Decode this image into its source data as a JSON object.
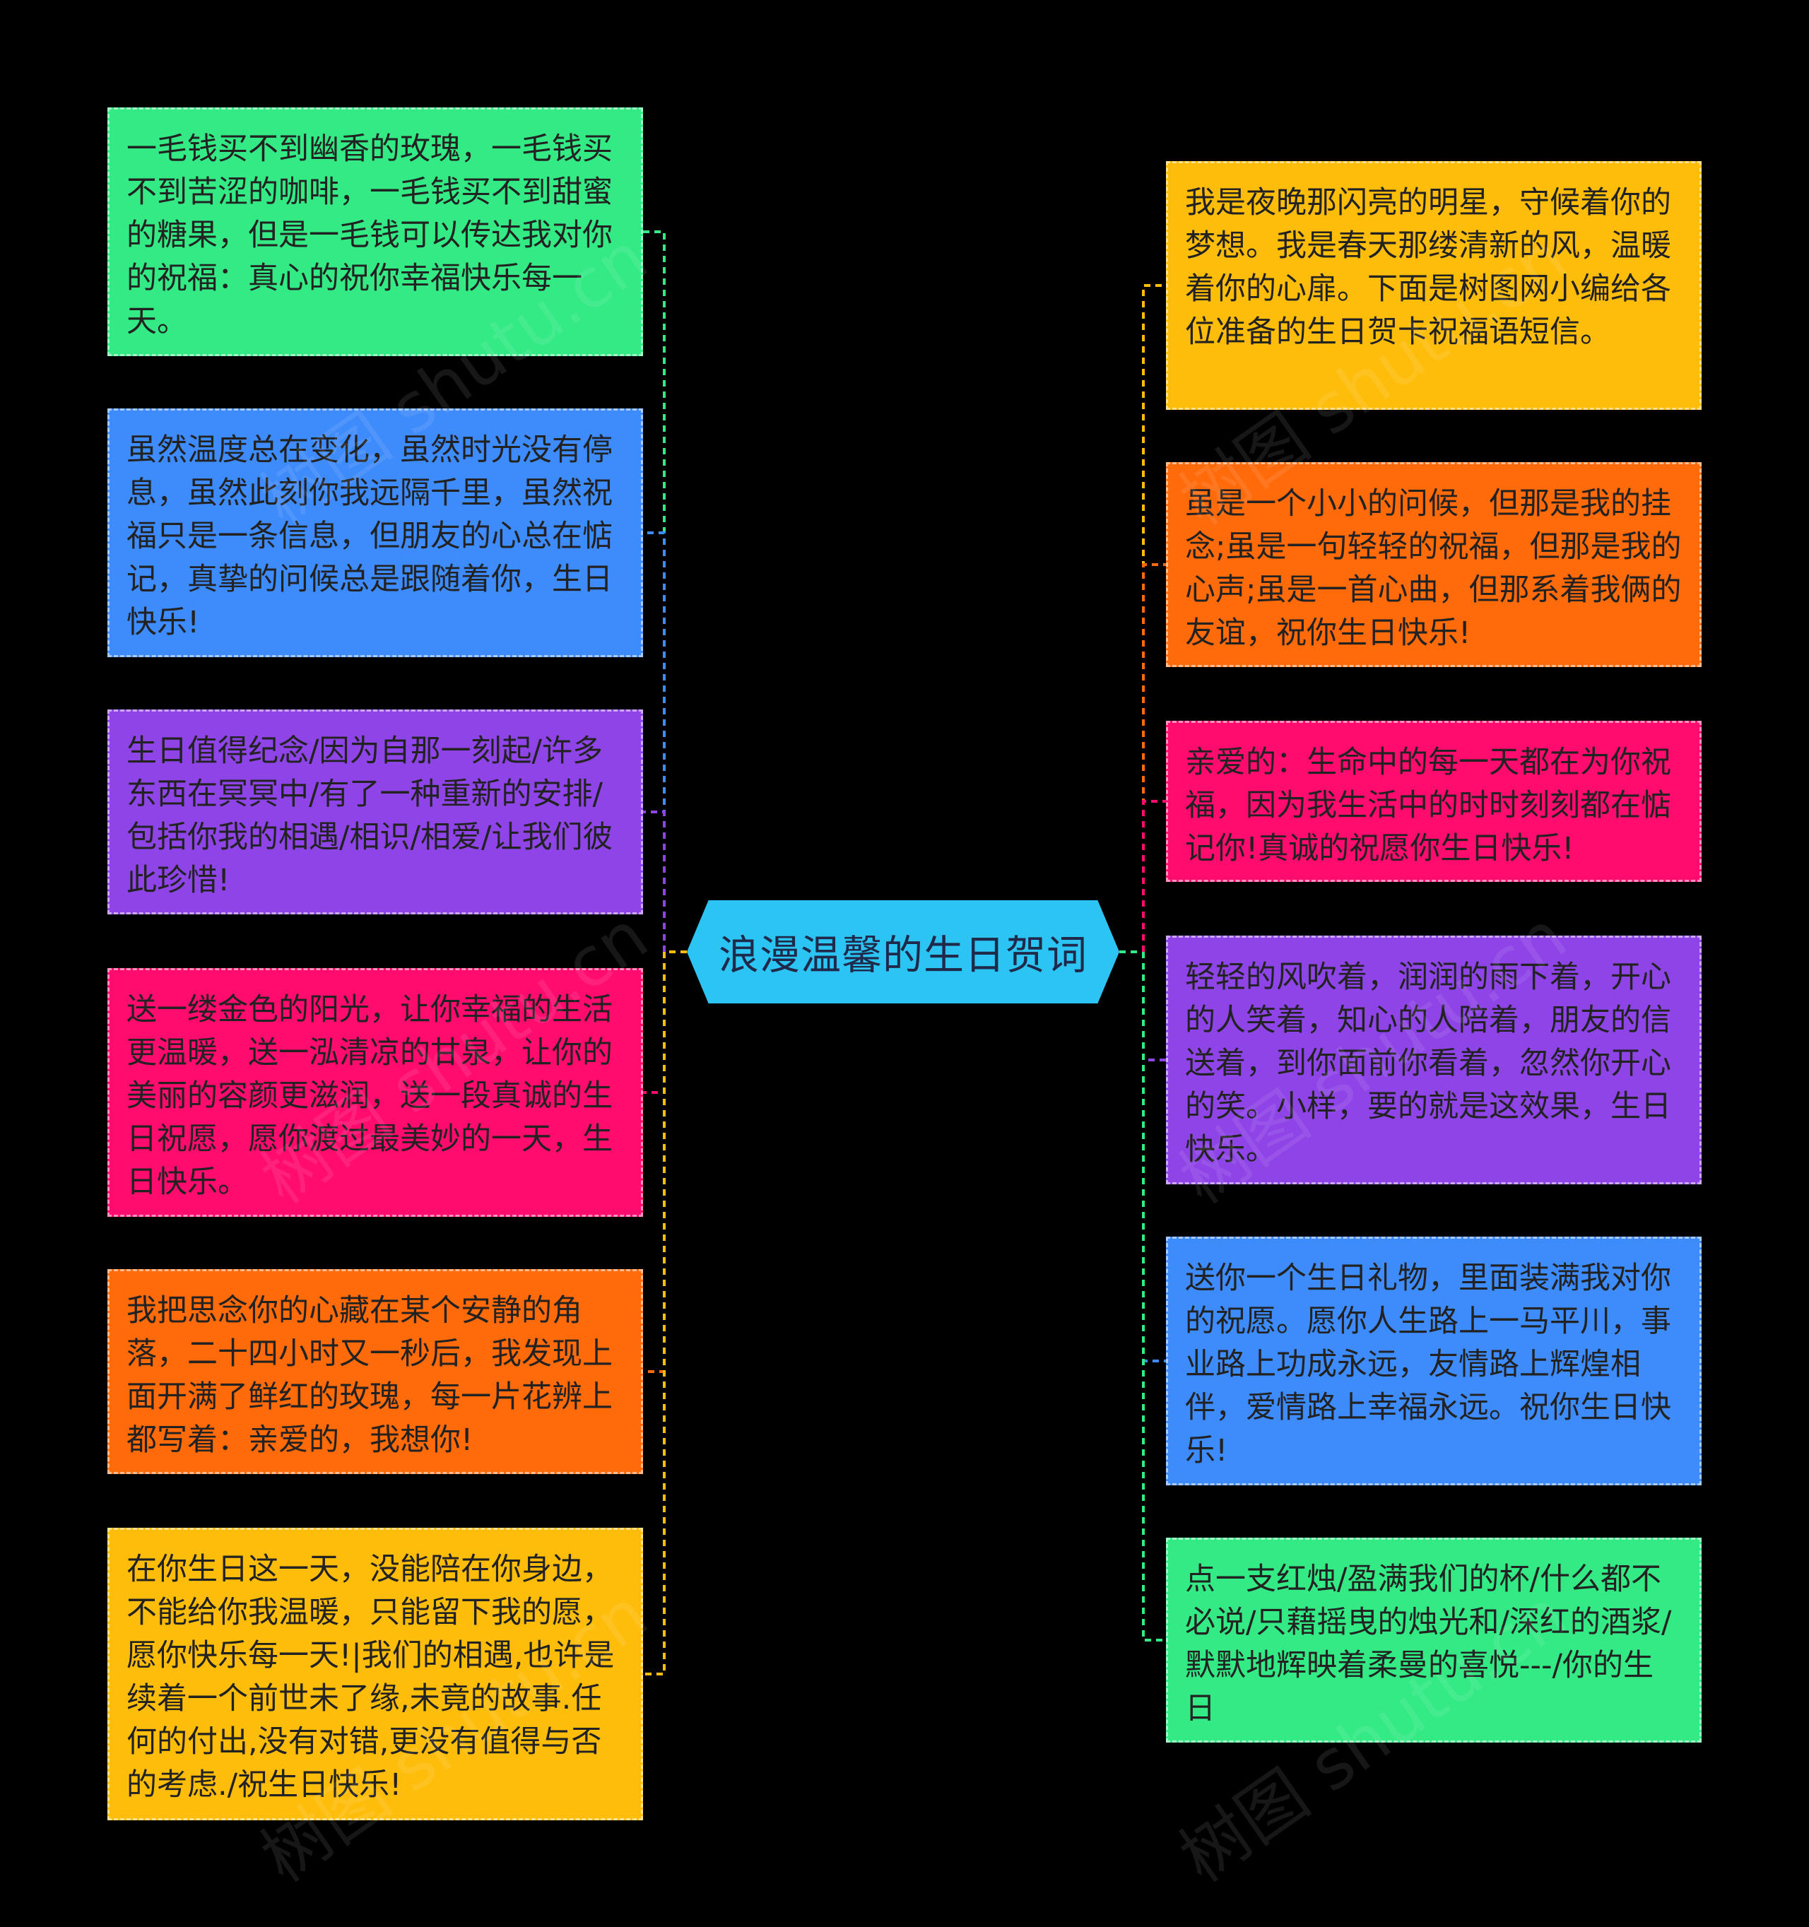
{
  "center": {
    "label": "浪漫温馨的生日贺词",
    "color": "#2CC4F3"
  },
  "left_nodes": [
    {
      "text": "一毛钱买不到幽香的玫瑰，一毛钱买不到苦涩的咖啡，一毛钱买不到甜蜜的糖果，但是一毛钱可以传达我对你的祝福：真心的祝你幸福快乐每一天。",
      "color": "#33EA84"
    },
    {
      "text": "虽然温度总在变化，虽然时光没有停息，虽然此刻你我远隔千里，虽然祝福只是一条信息，但朋友的心总在惦记，真挚的问候总是跟随着你，生日快乐!",
      "color": "#3E8BFB"
    },
    {
      "text": "生日值得纪念/因为自那一刻起/许多东西在冥冥中/有了一种重新的安排/包括你我的相遇/相识/相爱/让我们彼此珍惜!",
      "color": "#8E44E6"
    },
    {
      "text": "送一缕金色的阳光，让你幸福的生活更温暖，送一泓清凉的甘泉，让你的美丽的容颜更滋润，送一段真诚的生日祝愿，愿你渡过最美妙的一天，生日快乐。",
      "color": "#FF0C6E"
    },
    {
      "text": "我把思念你的心藏在某个安静的角落，二十四小时又一秒后，我发现上面开满了鲜红的玫瑰，每一片花辨上都写着：亲爱的，我想你!",
      "color": "#FF6A0A"
    },
    {
      "text": "在你生日这一天，没能陪在你身边，不能给你我温暖，只能留下我的愿，愿你快乐每一天!|我们的相遇,也许是续着一个前世未了缘,未竟的故事.任何的付出,没有对错,更没有值得与否的考虑./祝生日快乐!",
      "color": "#FFBD0B"
    }
  ],
  "right_nodes": [
    {
      "text": "我是夜晚那闪亮的明星，守候着你的梦想。我是春天那缕清新的风，温暖着你的心扉。下面是树图网小编给各位准备的生日贺卡祝福语短信。",
      "color": "#FFBD0B"
    },
    {
      "text": "虽是一个小小的问候，但那是我的挂念;虽是一句轻轻的祝福，但那是我的心声;虽是一首心曲，但那系着我俩的友谊，祝你生日快乐!",
      "color": "#FF6A0A"
    },
    {
      "text": "亲爱的：生命中的每一天都在为你祝福，因为我生活中的时时刻刻都在惦记你!真诚的祝愿你生日快乐!",
      "color": "#FF0C6E"
    },
    {
      "text": "轻轻的风吹着，润润的雨下着，开心的人笑着，知心的人陪着，朋友的信送着，到你面前你看着，忽然你开心的笑。小样，要的就是这效果，生日快乐。",
      "color": "#8E44E6"
    },
    {
      "text": "送你一个生日礼物，里面装满我对你的祝愿。愿你人生路上一马平川，事业路上功成永远，友情路上辉煌相伴，爱情路上幸福永远。祝你生日快乐!",
      "color": "#3E8BFB"
    },
    {
      "text": "点一支红烛/盈满我们的杯/什么都不必说/只藉摇曳的烛光和/深红的酒浆/默默地辉映着柔曼的喜悦---/你的生日",
      "color": "#33EA84"
    }
  ],
  "watermark": "树图 shutu.cn"
}
